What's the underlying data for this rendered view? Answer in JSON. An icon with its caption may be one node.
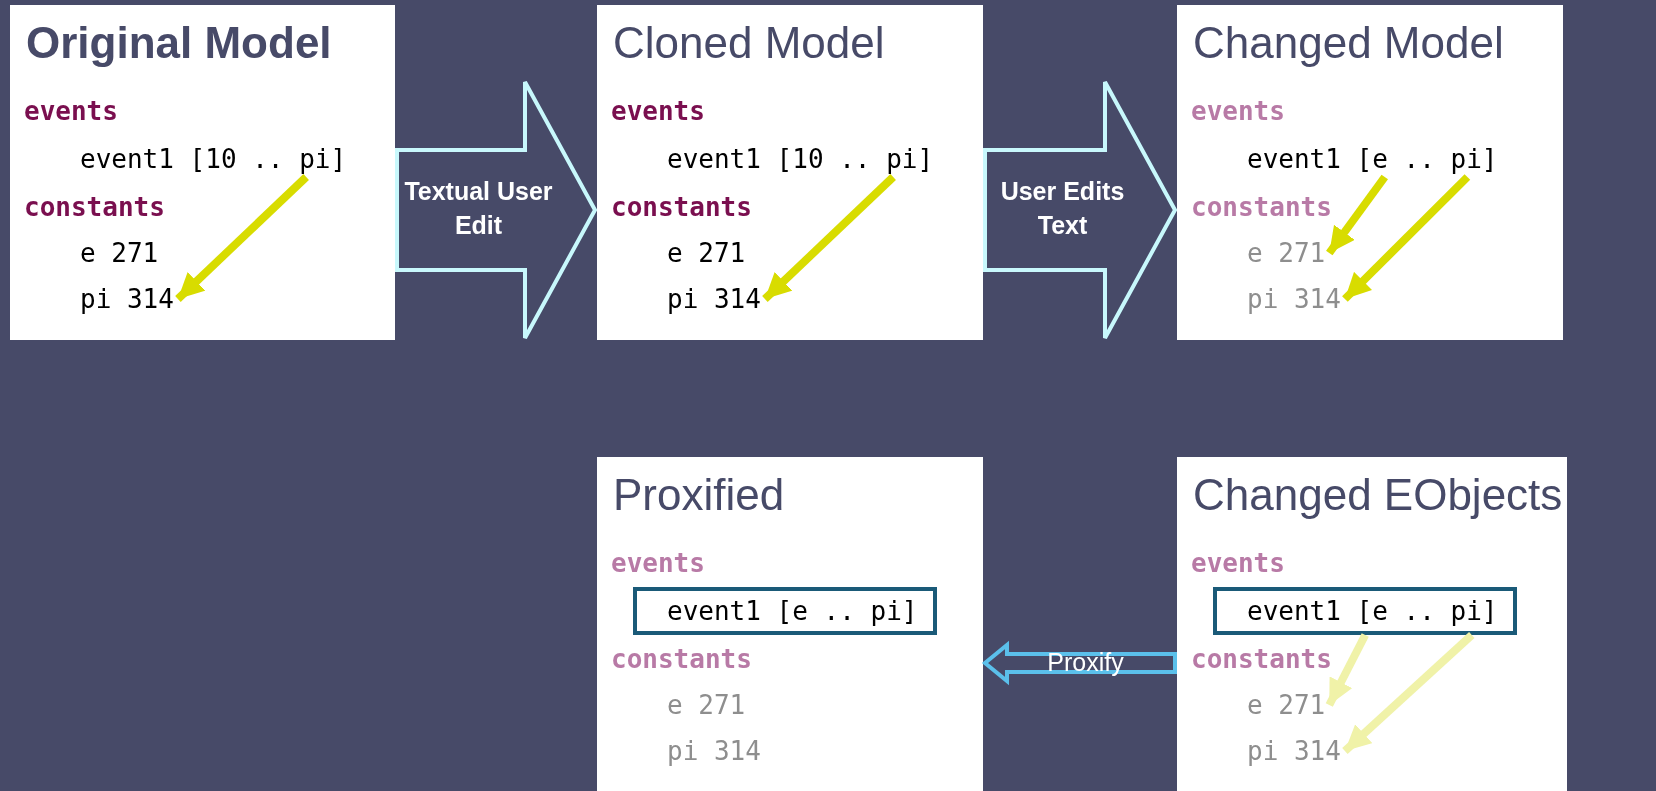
{
  "diagram": {
    "nodes": [
      {
        "text": [
          "Original Model"
        ]
      },
      {
        "text": [
          "events"
        ],
        "in": 0
      },
      {
        "text": [
          "event1 [10 .. pi]"
        ],
        "in": 0
      },
      {
        "text": [
          "constants"
        ],
        "in": 0
      },
      {
        "text": [
          "e 271"
        ],
        "in": 0
      },
      {
        "text": [
          "pi 314"
        ],
        "in": 0
      },
      {
        "text": [
          "Cloned Model"
        ]
      },
      {
        "text": [
          "events"
        ],
        "in": 6
      },
      {
        "text": [
          "event1 [10 .. pi]"
        ],
        "in": 6
      },
      {
        "text": [
          "constants"
        ],
        "in": 6
      },
      {
        "text": [
          "e 271"
        ],
        "in": 6
      },
      {
        "text": [
          "pi 314"
        ],
        "in": 6
      },
      {
        "text": [
          "Changed Model"
        ]
      },
      {
        "text": [
          "events"
        ],
        "in": 12
      },
      {
        "text": [
          "event1 [e .. pi]"
        ],
        "in": 12
      },
      {
        "text": [
          "constants"
        ],
        "in": 12
      },
      {
        "text": [
          "e 271"
        ],
        "in": 12
      },
      {
        "text": [
          "pi 314"
        ],
        "in": 12
      },
      {
        "text": [
          "Proxified"
        ]
      },
      {
        "text": [
          "events"
        ],
        "in": 18
      },
      {
        "text": [
          "event1 [e .. pi]"
        ],
        "in": 18
      },
      {
        "text": [
          "constants"
        ],
        "in": 18
      },
      {
        "text": [
          "e 271"
        ],
        "in": 18
      },
      {
        "text": [
          "pi 314"
        ],
        "in": 18
      },
      {
        "text": [
          "Changed EObjects"
        ]
      },
      {
        "text": [
          "events"
        ],
        "in": 24
      },
      {
        "text": [
          "event1 [e .. pi]"
        ],
        "in": 24
      },
      {
        "text": [
          "constants"
        ],
        "in": 24
      },
      {
        "text": [
          "e 271"
        ],
        "in": 24
      },
      {
        "text": [
          "pi 314"
        ],
        "in": 24
      }
    ],
    "edges": [
      {
        "from": 0,
        "to": 6,
        "arrow": "to",
        "label": "Textual User Edit",
        "style": "thick",
        "color": "#c8f8fc"
      },
      {
        "from": 6,
        "to": 12,
        "arrow": "to",
        "label": "User Edits Text",
        "style": "thick",
        "color": "#c8f8fc"
      },
      {
        "from": 24,
        "to": 18,
        "arrow": "to",
        "label": "Proxify",
        "style": "thick",
        "color": "#5bc0eb"
      },
      {
        "from": 2,
        "to": 5,
        "arrow": "to",
        "color": "#d8dc00"
      },
      {
        "from": 8,
        "to": 11,
        "arrow": "to",
        "color": "#d8dc00"
      },
      {
        "from": 14,
        "to": 16,
        "arrow": "to",
        "color": "#d8dc00"
      },
      {
        "from": 14,
        "to": 17,
        "arrow": "to",
        "color": "#d8dc00"
      },
      {
        "from": 26,
        "to": 28,
        "arrow": "to",
        "color": "#f0f2a8"
      },
      {
        "from": 26,
        "to": 29,
        "arrow": "to",
        "color": "#f0f2a8"
      }
    ]
  }
}
